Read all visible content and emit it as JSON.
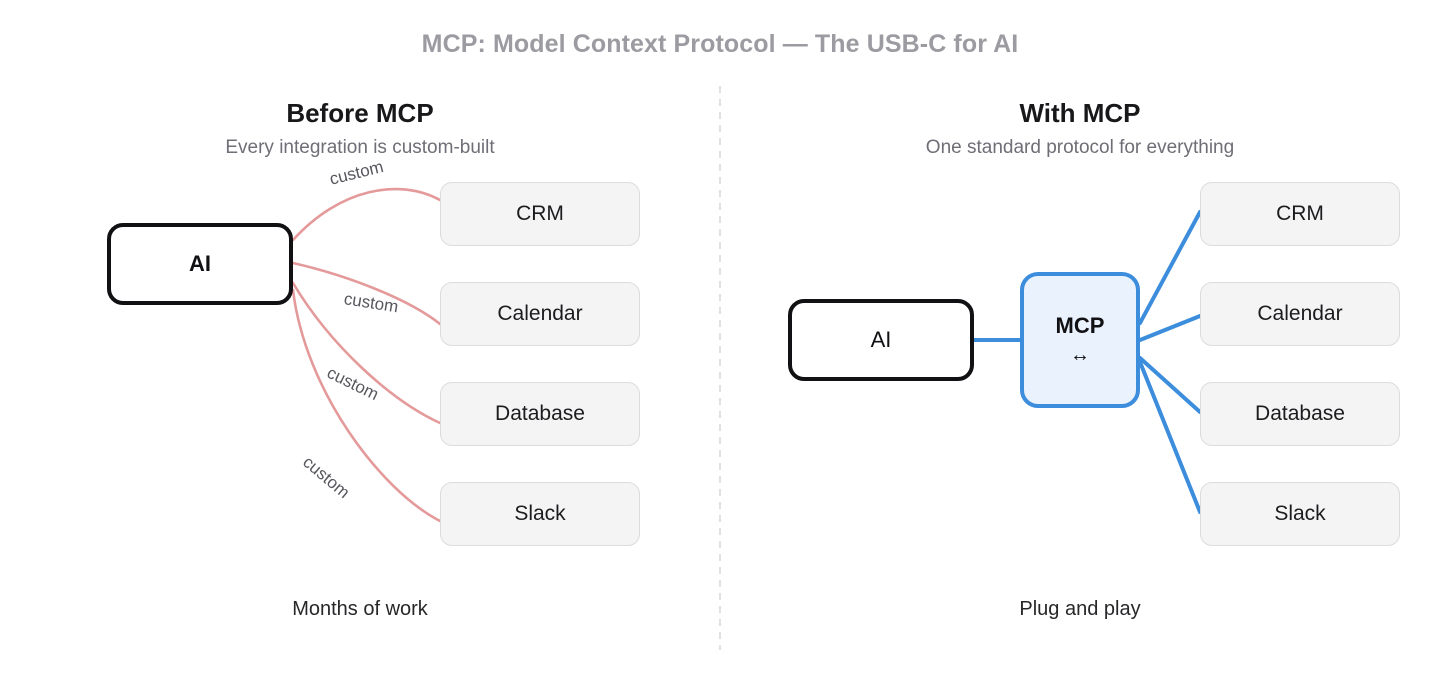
{
  "title": "MCP: Model Context Protocol — The USB-C for AI",
  "colors": {
    "title_gray": "#9b9ba1",
    "custom_edge_pink": "#e49a9a",
    "mcp_blue": "#3d8ddd",
    "mcp_fill": "#eaf2fd",
    "node_border_black": "#111114",
    "service_fill": "#f4f4f5",
    "service_border": "#dcdce0",
    "divider": "#e1e1e4",
    "background": "#ffffff"
  },
  "left_panel": {
    "heading": "Before MCP",
    "subheading": "Every integration is custom-built",
    "footer": "Months of work",
    "hub": {
      "label": "AI"
    },
    "edge_labels": [
      "custom",
      "custom",
      "custom",
      "custom"
    ],
    "services": [
      {
        "label": "CRM"
      },
      {
        "label": "Calendar"
      },
      {
        "label": "Database"
      },
      {
        "label": "Slack"
      }
    ]
  },
  "right_panel": {
    "heading": "With MCP",
    "subheading": "One standard protocol for everything",
    "footer": "Plug and play",
    "hub": {
      "label": "AI"
    },
    "protocol": {
      "label": "MCP",
      "arrow_glyph": "↔"
    },
    "services": [
      {
        "label": "CRM"
      },
      {
        "label": "Calendar"
      },
      {
        "label": "Database"
      },
      {
        "label": "Slack"
      }
    ]
  }
}
